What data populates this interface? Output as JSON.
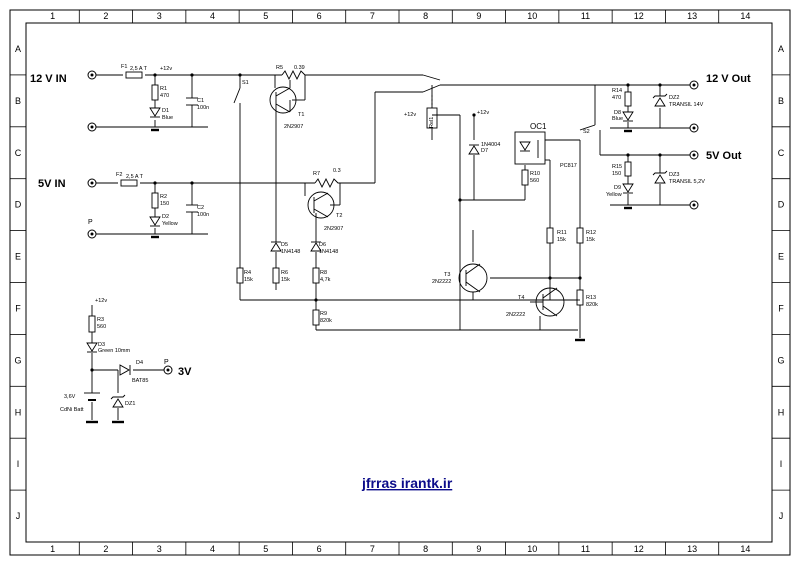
{
  "grid": {
    "columns": [
      "1",
      "2",
      "3",
      "4",
      "5",
      "6",
      "7",
      "8",
      "9",
      "10",
      "11",
      "12",
      "13",
      "14"
    ],
    "rows": [
      "A",
      "B",
      "C",
      "D",
      "E",
      "F",
      "G",
      "H",
      "I",
      "J"
    ]
  },
  "terminals": {
    "in12": "12 V IN",
    "in5": "5V IN",
    "out12": "12 V Out",
    "out5": "5V Out",
    "out3": "3V",
    "p_label": "P"
  },
  "components": {
    "f1": "F1",
    "f1_val": "2,5 A T",
    "f2": "F2",
    "f2_val": "2,5 A T",
    "r1": "R1",
    "r1_val": "470",
    "d1": "D1",
    "d1_val": "Blue",
    "c1": "C1",
    "c1_val": "100n",
    "r2": "R2",
    "r2_val": "150",
    "d2": "D2",
    "d2_val": "Yellow",
    "c2": "C2",
    "c2_val": "100n",
    "s1": "S1",
    "r5": "R5",
    "r5_val": "0.39",
    "t1": "T1",
    "t1_val": "2N2907",
    "r7": "R7",
    "r7_val": "0.3",
    "t2": "T2",
    "t2_val": "2N2907",
    "d5": "D5",
    "d5_val": "1N4148",
    "d6": "D6",
    "d6_val": "1N4148",
    "r4": "R4",
    "r4_val": "15k",
    "r6": "R6",
    "r6_val": "15k",
    "r8": "R8",
    "r8_val": "4,7k",
    "r9": "R9",
    "r9_val": "820k",
    "rel": "Rel1",
    "d7": "D7",
    "d7_val": "1N4004",
    "oc1": "OC1",
    "oc1_val": "PC817",
    "r10": "R10",
    "r10_val": "560",
    "s2": "S2",
    "r11": "R11",
    "r11_val": "15k",
    "r12": "R12",
    "r12_val": "15k",
    "t3": "T3",
    "t3_val": "2N2222",
    "t4": "T4",
    "t4_val": "2N2222",
    "r13": "R13",
    "r13_val": "820k",
    "r14": "R14",
    "r14_val": "470",
    "d8": "D8",
    "d8_val": "Blue",
    "dz2": "DZ2",
    "dz2_val": "TRANSIL 14V",
    "r15": "R15",
    "r15_val": "150",
    "d9": "D9",
    "d9_val": "Yellow",
    "dz3": "DZ3",
    "dz3_val": "TRANSIL 5,2V",
    "r3": "R3",
    "r3_val": "560",
    "d3": "D3",
    "d3_val": "Green 10mm",
    "d4": "D4",
    "d4_val": "BAT85",
    "dz1": "DZ1",
    "batt_v": "3,6V",
    "batt": "CdNi Batt",
    "vcc": "+12v"
  },
  "watermark": "jfrras irantk.ir"
}
